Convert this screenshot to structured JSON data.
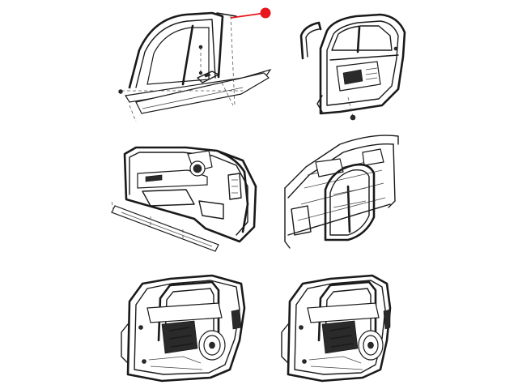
{
  "figure": {
    "panels": [
      {
        "id": "glass-run-window-assembly",
        "row": 1,
        "col": 1
      },
      {
        "id": "door-outer-frame-seal",
        "row": 1,
        "col": 2
      },
      {
        "id": "door-trim-panel-with-mirror",
        "row": 2,
        "col": 1
      },
      {
        "id": "body-opening-weatherstrip",
        "row": 2,
        "col": 2
      },
      {
        "id": "door-inner-frame-a",
        "row": 3,
        "col": 1
      },
      {
        "id": "door-inner-frame-b",
        "row": 3,
        "col": 2
      }
    ],
    "callout": {
      "color": "#e8161c",
      "target_panel": "glass-run-window-assembly"
    },
    "line_color": "#1a1a1a",
    "background": "#ffffff"
  }
}
